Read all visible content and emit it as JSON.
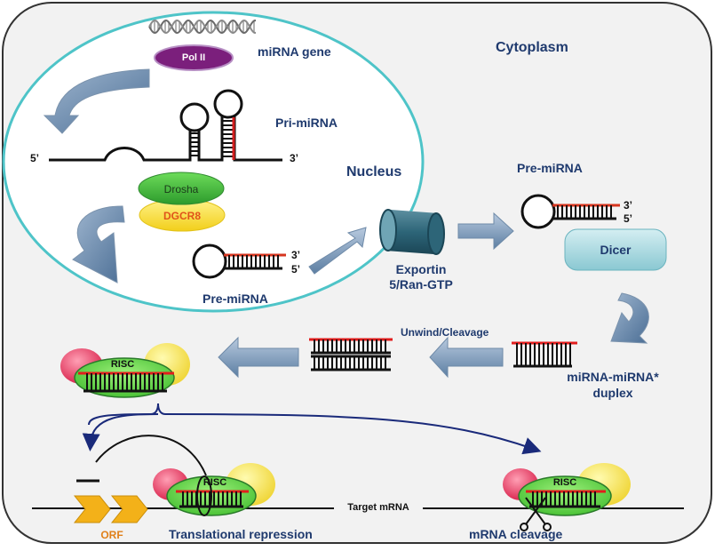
{
  "regions": {
    "cytoplasm": "Cytoplasm",
    "nucleus": "Nucleus"
  },
  "gene": {
    "label": "miRNA gene",
    "polymerase": "Pol II"
  },
  "pri": {
    "label": "Pri-miRNA",
    "five_prime": "5’",
    "three_prime": "3’"
  },
  "enzymes": {
    "drosha": "Drosha",
    "dgcr8": "DGCR8",
    "dicer": "Dicer"
  },
  "pre_nucleus": {
    "label": "Pre-miRNA",
    "three_prime": "3’",
    "five_prime": "5’"
  },
  "exportin": {
    "line1": "Exportin",
    "line2": "5/Ran-GTP"
  },
  "pre_cyto": {
    "label": "Pre-miRNA",
    "three_prime": "3’",
    "five_prime": "5’"
  },
  "duplex": {
    "line1": "miRNA-miRNA*",
    "line2": "duplex"
  },
  "unwind": "Unwind/Cleavage",
  "risc": "RISC",
  "bottom": {
    "orf": "ORF",
    "target": "Target mRNA",
    "translational_repression": "Translational repression",
    "mrna_cleavage": "mRNA cleavage",
    "risc_left": "RISC",
    "risc_right": "RISC"
  }
}
